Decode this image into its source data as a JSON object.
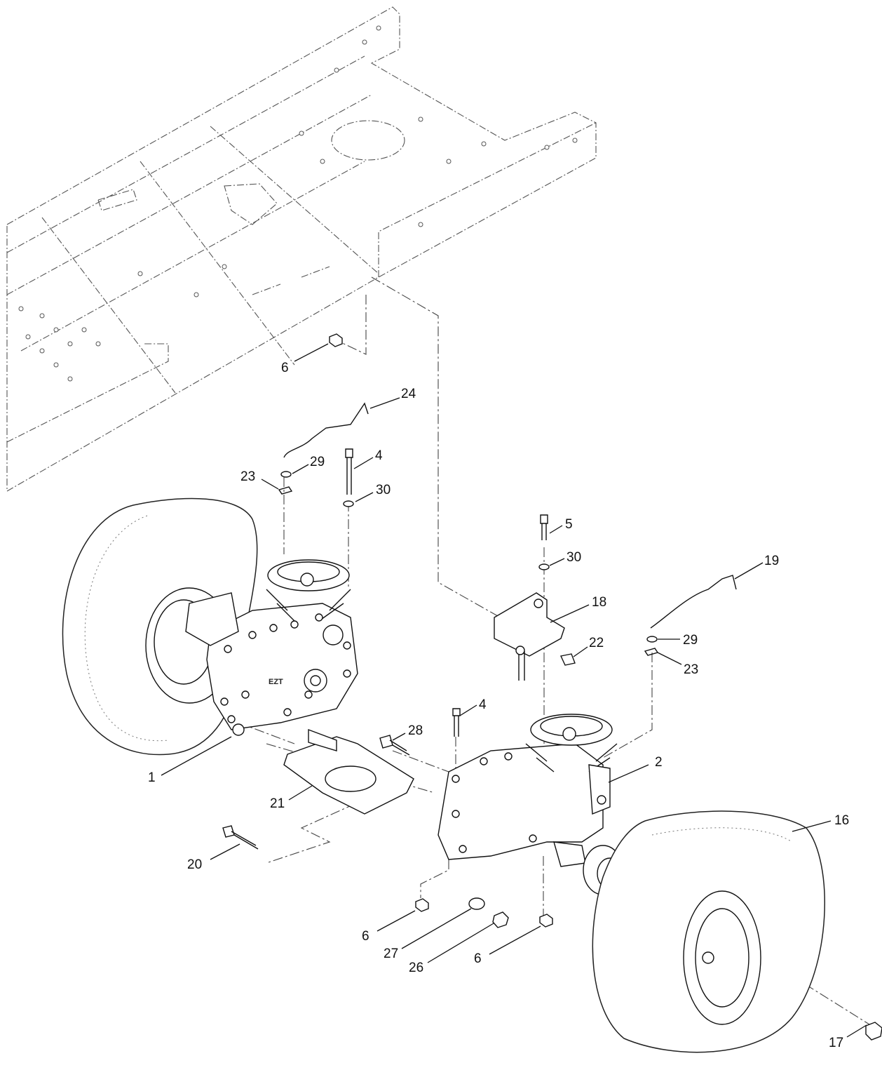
{
  "callouts": [
    {
      "id": "c6a",
      "label": "6"
    },
    {
      "id": "c24",
      "label": "24"
    },
    {
      "id": "c4a",
      "label": "4"
    },
    {
      "id": "c29a",
      "label": "29"
    },
    {
      "id": "c23a",
      "label": "23"
    },
    {
      "id": "c30a",
      "label": "30"
    },
    {
      "id": "c5",
      "label": "5"
    },
    {
      "id": "c30b",
      "label": "30"
    },
    {
      "id": "c19",
      "label": "19"
    },
    {
      "id": "c18",
      "label": "18"
    },
    {
      "id": "c29b",
      "label": "29"
    },
    {
      "id": "c22",
      "label": "22"
    },
    {
      "id": "c23b",
      "label": "23"
    },
    {
      "id": "c4b",
      "label": "4"
    },
    {
      "id": "c28",
      "label": "28"
    },
    {
      "id": "c2",
      "label": "2"
    },
    {
      "id": "c1",
      "label": "1"
    },
    {
      "id": "c21",
      "label": "21"
    },
    {
      "id": "c16",
      "label": "16"
    },
    {
      "id": "c20",
      "label": "20"
    },
    {
      "id": "c6b",
      "label": "6"
    },
    {
      "id": "c27",
      "label": "27"
    },
    {
      "id": "c26",
      "label": "26"
    },
    {
      "id": "c6c",
      "label": "6"
    },
    {
      "id": "c17",
      "label": "17"
    }
  ],
  "transmission_marking": "EZT"
}
